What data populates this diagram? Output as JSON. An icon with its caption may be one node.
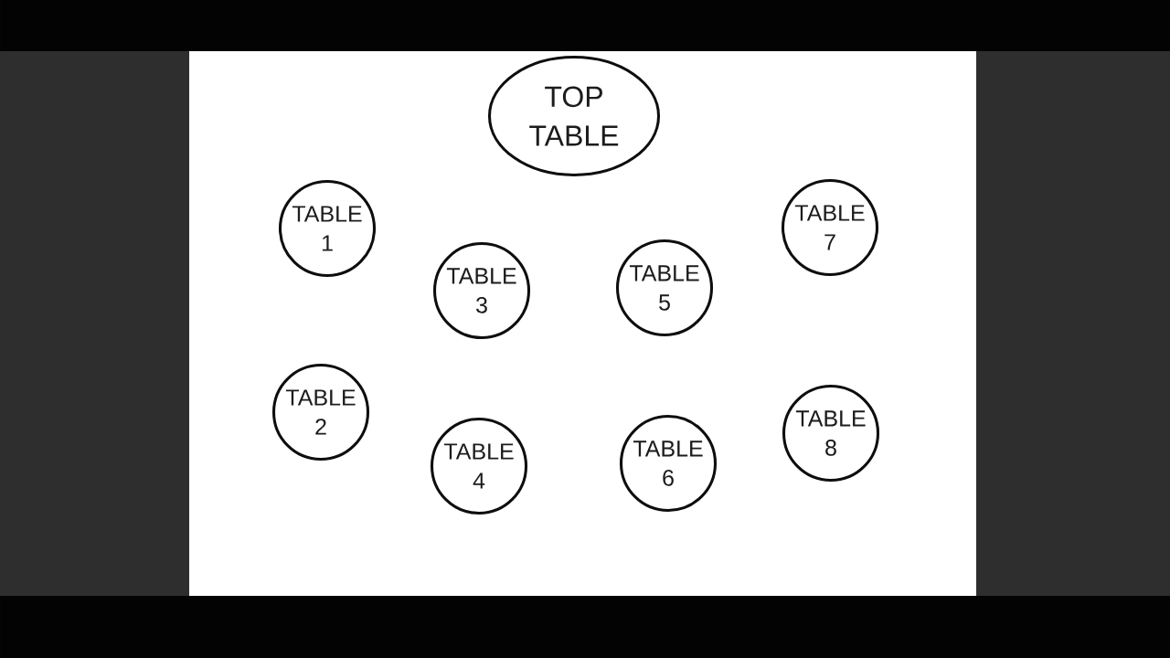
{
  "diagram": {
    "nodes": [
      {
        "text": [
          "TOP TABLE"
        ]
      },
      {
        "text": [
          "TABLE 1"
        ]
      },
      {
        "text": [
          "TABLE 2"
        ]
      },
      {
        "text": [
          "TABLE 3"
        ]
      },
      {
        "text": [
          "TABLE 4"
        ]
      },
      {
        "text": [
          "TABLE 5"
        ]
      },
      {
        "text": [
          "TABLE 6"
        ]
      },
      {
        "text": [
          "TABLE 7"
        ]
      },
      {
        "text": [
          "TABLE 8"
        ]
      }
    ]
  }
}
